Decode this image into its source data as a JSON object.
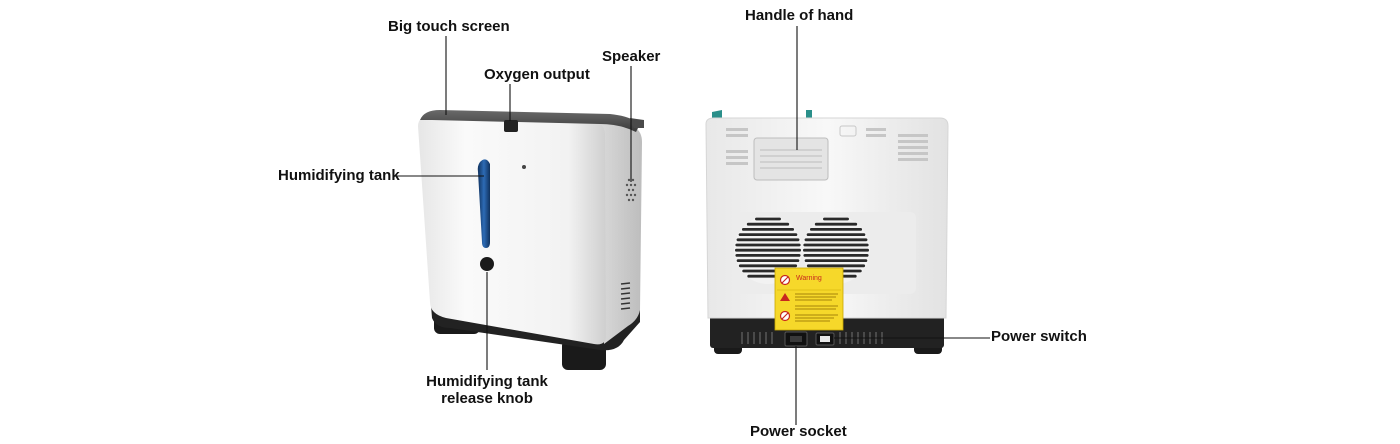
{
  "labels": {
    "big_touch_screen": "Big touch screen",
    "oxygen_output": "Oxygen output",
    "speaker": "Speaker",
    "humidifying_tank": "Humidifying tank",
    "release_knob_line1": "Humidifying tank",
    "release_knob_line2": "release knob",
    "handle_of_hand": "Handle of hand",
    "power_switch": "Power switch",
    "power_socket": "Power socket"
  },
  "warning_sticker": {
    "title": "Warning"
  },
  "colors": {
    "body_white": "#f4f4f4",
    "body_shadow": "#d8d8d8",
    "base_dark": "#1e1e1e",
    "tank_blue": "#1f4f8f",
    "sticker_yellow": "#f6d82a",
    "sticker_red": "#c8281e",
    "accent_teal": "#2a8f8a"
  }
}
